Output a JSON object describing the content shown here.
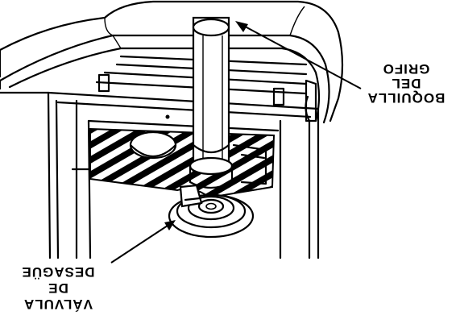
{
  "labels": {
    "faucet_nozzle": [
      "BOQUILLA",
      "DEL",
      "GRIFO"
    ],
    "drain_valve": [
      "VÁLVULA",
      "DE",
      "DESAGÜE"
    ]
  }
}
